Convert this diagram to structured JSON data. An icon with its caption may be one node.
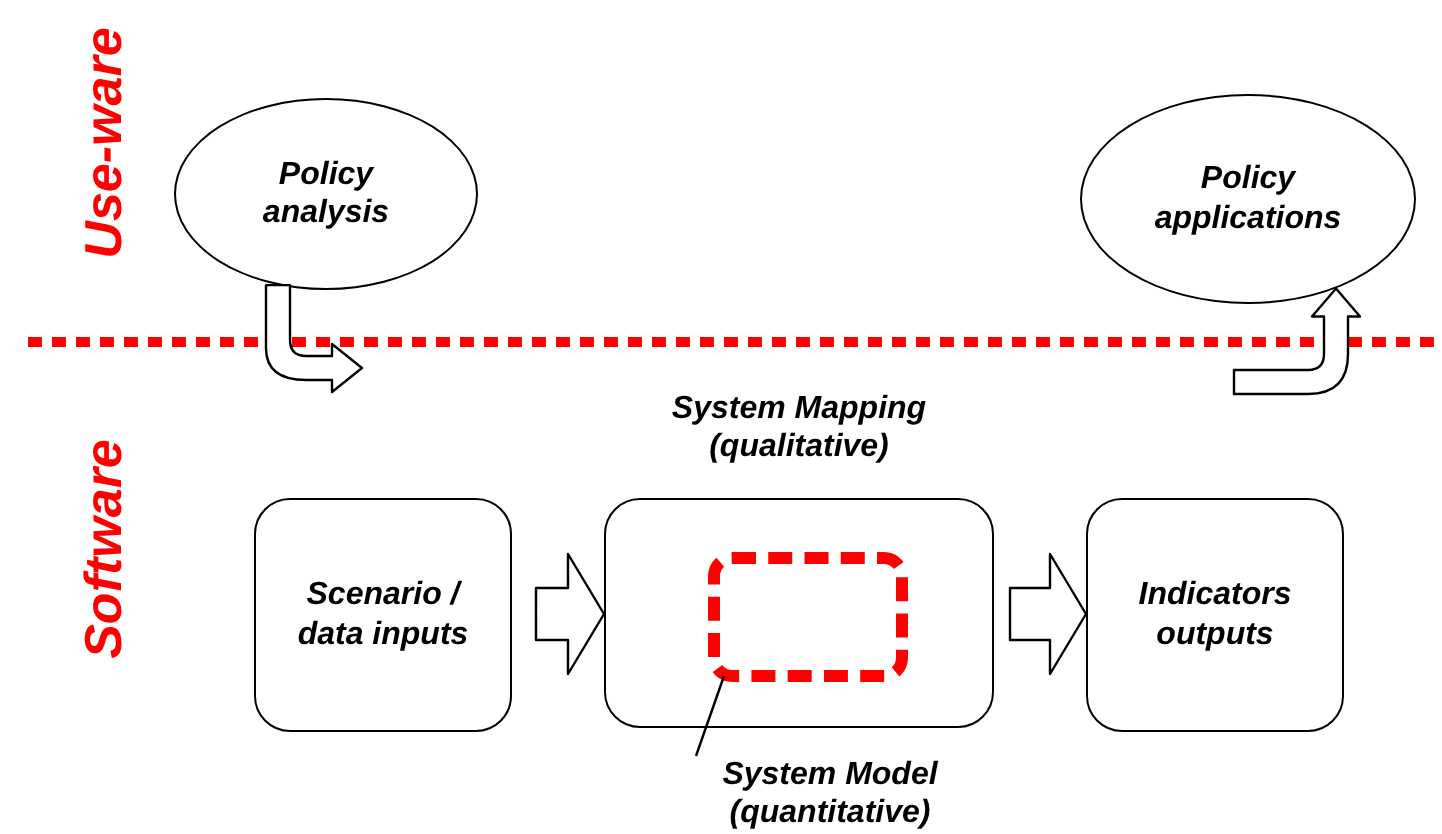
{
  "diagram": {
    "nodes": [
      {
        "text": [
          "Policy analysis"
        ]
      },
      {
        "text": [
          "Policy applications"
        ]
      },
      {
        "text": [
          "Scenario / data inputs"
        ]
      },
      {
        "text": [
          "System Mapping (qualitative)"
        ]
      },
      {
        "text": [],
        "shape": "box",
        "in": 3
      },
      {
        "text": [
          "System Model (quantitative)"
        ]
      },
      {
        "text": [
          "Indicators outputs"
        ]
      }
    ],
    "edges": [
      {
        "from": 0,
        "to": null,
        "arrow": "to"
      },
      {
        "from": 2,
        "to": 3,
        "arrow": "to"
      },
      {
        "from": 3,
        "to": 6,
        "arrow": "to"
      },
      {
        "from": null,
        "to": 1,
        "arrow": "to"
      },
      {
        "from": 5,
        "to": 4,
        "arrow": "none"
      }
    ],
    "labels": [
      "Use-ware",
      "Software"
    ]
  }
}
